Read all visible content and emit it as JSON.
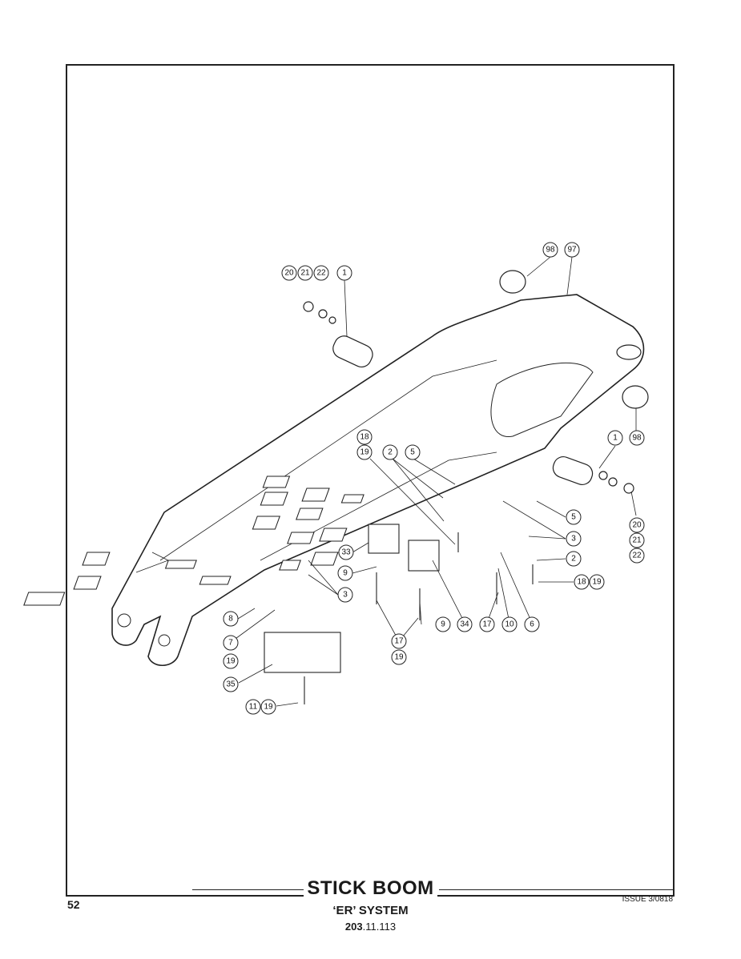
{
  "title": "STICK BOOM",
  "subtitle": "‘ER’ SYSTEM",
  "doc_number_bold": "203",
  "doc_number_rest": ".11.113",
  "page_number": "52",
  "issue": "ISSUE 3/0818",
  "callouts": [
    {
      "id": "c98a",
      "label": "98"
    },
    {
      "id": "c97",
      "label": "97"
    },
    {
      "id": "c20a",
      "label": "20"
    },
    {
      "id": "c21a",
      "label": "21"
    },
    {
      "id": "c22a",
      "label": "22"
    },
    {
      "id": "c1a",
      "label": "1"
    },
    {
      "id": "c1b",
      "label": "1"
    },
    {
      "id": "c98b",
      "label": "98"
    },
    {
      "id": "c18a",
      "label": "18"
    },
    {
      "id": "c19a",
      "label": "19"
    },
    {
      "id": "c2a",
      "label": "2"
    },
    {
      "id": "c5a",
      "label": "5"
    },
    {
      "id": "c5b",
      "label": "5"
    },
    {
      "id": "c3a",
      "label": "3"
    },
    {
      "id": "c2b",
      "label": "2"
    },
    {
      "id": "c20b",
      "label": "20"
    },
    {
      "id": "c21b",
      "label": "21"
    },
    {
      "id": "c22b",
      "label": "22"
    },
    {
      "id": "c18b",
      "label": "18"
    },
    {
      "id": "c19b",
      "label": "19"
    },
    {
      "id": "c33",
      "label": "33"
    },
    {
      "id": "c9a",
      "label": "9"
    },
    {
      "id": "c3b",
      "label": "3"
    },
    {
      "id": "c8",
      "label": "8"
    },
    {
      "id": "c7",
      "label": "7"
    },
    {
      "id": "c19c",
      "label": "19"
    },
    {
      "id": "c9b",
      "label": "9"
    },
    {
      "id": "c34",
      "label": "34"
    },
    {
      "id": "c17a",
      "label": "17"
    },
    {
      "id": "c10",
      "label": "10"
    },
    {
      "id": "c6",
      "label": "6"
    },
    {
      "id": "c17b",
      "label": "17"
    },
    {
      "id": "c19d",
      "label": "19"
    },
    {
      "id": "c35",
      "label": "35"
    },
    {
      "id": "c11",
      "label": "11"
    },
    {
      "id": "c19e",
      "label": "19"
    }
  ]
}
